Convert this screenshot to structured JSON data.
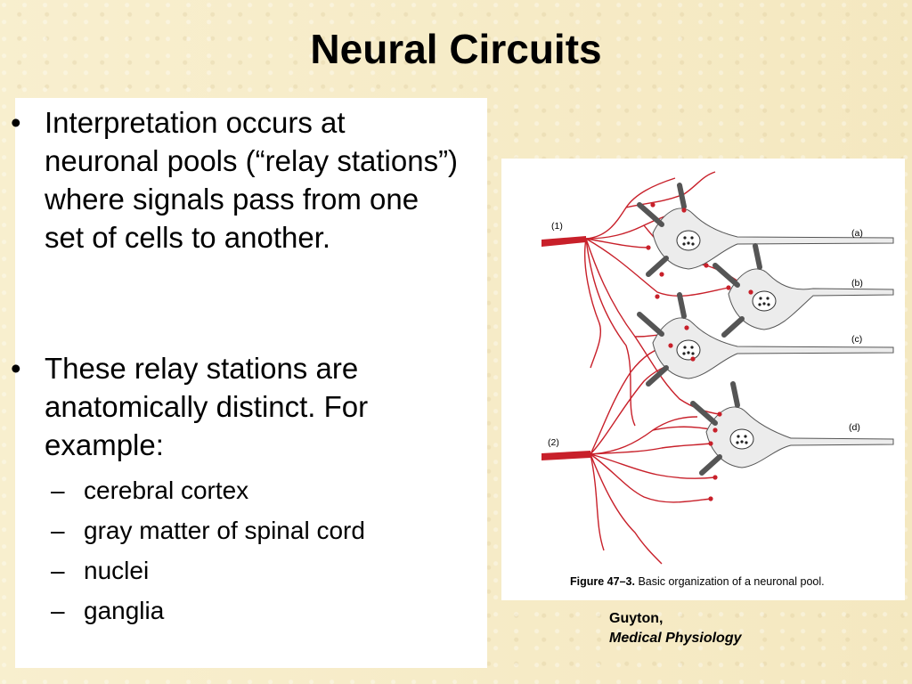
{
  "title": "Neural Circuits",
  "bullets": [
    {
      "text": "Interpretation occurs at neuronal pools (“relay stations”) where signals pass from one set of cells to another."
    },
    {
      "text": "These relay stations are anatomically distinct.  For example:"
    }
  ],
  "bullet_marker": "•",
  "sub_marker": "–",
  "sub_items": [
    "cerebral cortex",
    "gray matter of spinal cord",
    "nuclei",
    "ganglia"
  ],
  "figure": {
    "caption_number": "Figure 47–3.",
    "caption_text": "Basic organization of a neuronal pool.",
    "input_labels": [
      "(1)",
      "(2)"
    ],
    "output_labels": [
      "(a)",
      "(b)",
      "(c)",
      "(d)"
    ],
    "fiber_color": "#c8202a",
    "neuron_fill": "#ececec"
  },
  "citation": {
    "author": "Guyton,",
    "work": "Medical Physiology"
  }
}
